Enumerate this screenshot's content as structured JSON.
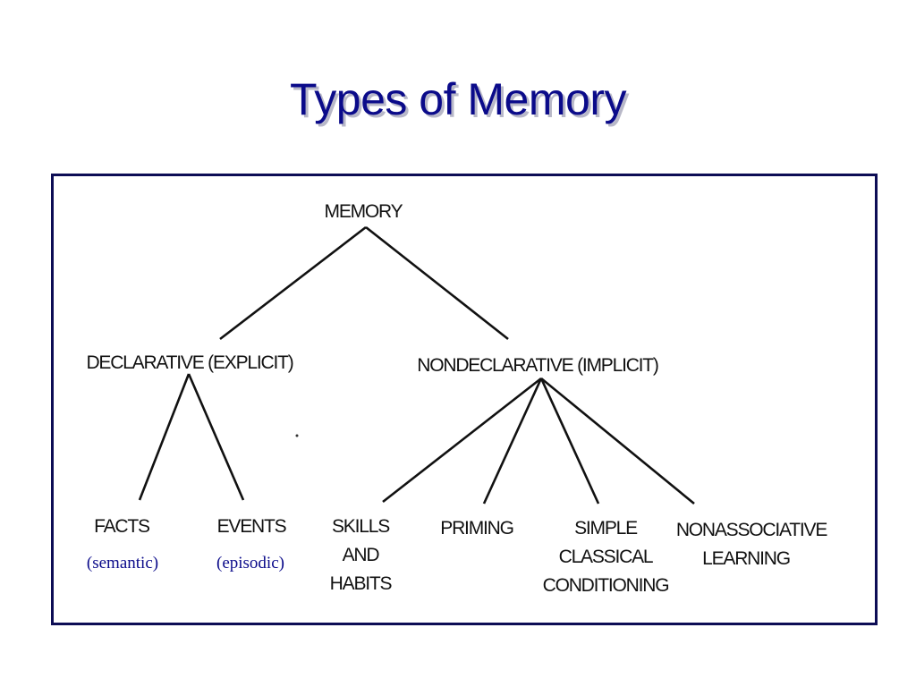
{
  "slide": {
    "title": "Types of Memory"
  },
  "diagram": {
    "root": "MEMORY",
    "declarative": "DECLARATIVE (EXPLICIT)",
    "nondeclarative": "NONDECLARATIVE (IMPLICIT)",
    "facts": "FACTS",
    "events": "EVENTS",
    "facts_note": "(semantic)",
    "events_note": "(episodic)",
    "skills": [
      "SKILLS",
      "AND",
      "HABITS"
    ],
    "priming": "PRIMING",
    "simple_conditioning": [
      "SIMPLE",
      "CLASSICAL",
      "CONDITIONING"
    ],
    "nonassociative": [
      "NONASSOCIATIVE",
      "LEARNING"
    ]
  },
  "colors": {
    "title": "#0b0b8a",
    "frame_border": "#0d0d55",
    "lines": "#111111",
    "annotation": "#0b0b8a"
  }
}
